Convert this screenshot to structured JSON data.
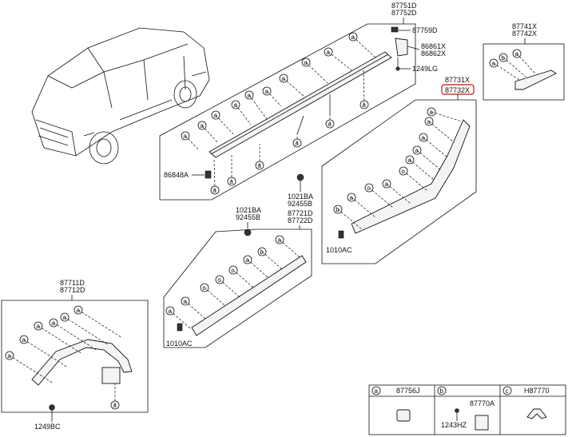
{
  "labels": {
    "p87751": "87751D",
    "p87752": "87752D",
    "p87759": "87759D",
    "p86861": "86861X",
    "p86862": "86862X",
    "p1249lg": "1249LG",
    "p86848": "86848A",
    "p87741": "87741X",
    "p87742": "87742X",
    "p87731": "87731X",
    "p87732": "87732X",
    "p1010ac_r": "1010AC",
    "p1021ba_l": "1021BA",
    "p92455_l": "92455B",
    "p1021ba_r": "1021BA",
    "p92455_r": "92455B",
    "p87721": "87721D",
    "p87722": "87722D",
    "p1010ac_m": "1010AC",
    "p87711": "87711D",
    "p87712": "87712D",
    "p1249bc": "1249BC"
  },
  "legend": {
    "a_letter": "a",
    "a_part": "87756J",
    "b_letter": "b",
    "b_part": "87770A",
    "b_bolt": "1243HZ",
    "c_letter": "c",
    "c_part": "H87770"
  },
  "bubble_letters": {
    "a": "a",
    "b": "b",
    "c": "c"
  },
  "highlight_color": "#d9322a"
}
